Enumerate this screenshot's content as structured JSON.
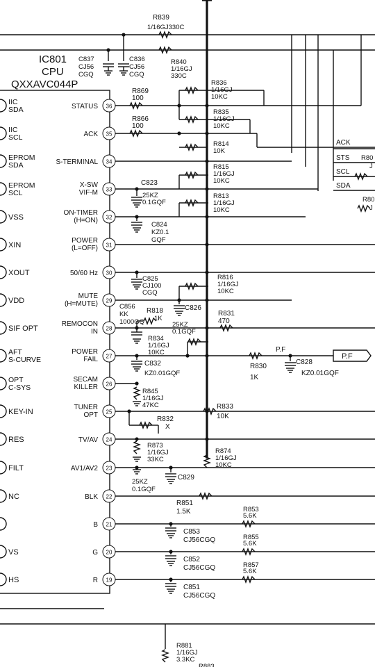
{
  "ic": {
    "ref": "IC801",
    "function": "CPU",
    "part": "QXXAVC044P",
    "pins": [
      {
        "num": "36",
        "name": "STATUS"
      },
      {
        "num": "35",
        "name": "ACK"
      },
      {
        "num": "34",
        "name": "S-TERMINAL"
      },
      {
        "num": "33",
        "name": [
          "X-SW",
          "VIF-M"
        ]
      },
      {
        "num": "32",
        "name": [
          "ON-TIMER",
          "(H=ON)"
        ]
      },
      {
        "num": "31",
        "name": [
          "POWER",
          "(L=OFF)"
        ]
      },
      {
        "num": "30",
        "name": "50/60 Hz"
      },
      {
        "num": "29",
        "name": [
          "MUTE",
          "(H=MUTE)"
        ]
      },
      {
        "num": "28",
        "name": [
          "REMOCON",
          "IN"
        ]
      },
      {
        "num": "27",
        "name": [
          "POWER",
          "FAIL"
        ]
      },
      {
        "num": "26",
        "name": [
          "SECAM",
          "KILLER"
        ]
      },
      {
        "num": "25",
        "name": [
          "TUNER",
          "OPT"
        ]
      },
      {
        "num": "24",
        "name": "TV/AV"
      },
      {
        "num": "23",
        "name": "AV1/AV2"
      },
      {
        "num": "22",
        "name": "BLK"
      },
      {
        "num": "21",
        "name": "B"
      },
      {
        "num": "20",
        "name": "G"
      },
      {
        "num": "19",
        "name": "R"
      }
    ],
    "left_pins": [
      [
        "IIC",
        "SDA"
      ],
      [
        "IIC",
        "SCL"
      ],
      [
        "EPROM",
        "SDA"
      ],
      [
        "EPROM",
        "SCL"
      ],
      [
        "VSS"
      ],
      [
        "XIN"
      ],
      [
        "XOUT"
      ],
      [
        "VDD"
      ],
      [
        "SIF OPT"
      ],
      [
        "AFT",
        "S-CURVE"
      ],
      [
        "OPT",
        "C-SYS"
      ],
      [
        "KEY-IN"
      ],
      [
        "RES"
      ],
      [
        "FILT"
      ],
      [
        "NC"
      ],
      [
        ""
      ],
      [
        "VS"
      ],
      [
        "HS"
      ]
    ]
  },
  "components": {
    "R839": [
      "R839",
      "1/16GJ330C"
    ],
    "R840": [
      "R840",
      "1/16GJ",
      "330C"
    ],
    "C837": [
      "C837",
      "CJ56",
      "CGQ"
    ],
    "C836": [
      "C836",
      "CJ56",
      "CGQ"
    ],
    "R869": [
      "R869",
      "100"
    ],
    "R866": [
      "R866",
      "100"
    ],
    "R836": [
      "R836",
      "1/16GJ",
      "10KC"
    ],
    "R835": [
      "R835",
      "1/16GJ",
      "10KC"
    ],
    "R814": [
      "R814",
      "10K"
    ],
    "R815": [
      "R815",
      "1/16GJ",
      "10KC"
    ],
    "R813": [
      "R813",
      "1/16GJ",
      "10KC"
    ],
    "C823": [
      "C823",
      "25KZ",
      "0.1GQF"
    ],
    "C824": [
      "C824",
      "KZ0.1",
      "GQF"
    ],
    "C825": [
      "C825",
      "CJ100",
      "CGQ"
    ],
    "R816": [
      "R816",
      "1/16GJ",
      "10KC"
    ],
    "C856": [
      "C856",
      "KK",
      "1000GQ"
    ],
    "R818": [
      "R818",
      "1K"
    ],
    "C826": [
      "C826",
      "25KZ",
      "0.1GQF"
    ],
    "R831": [
      "R831",
      "470"
    ],
    "R834": [
      "R834",
      "1/16GJ",
      "10KC"
    ],
    "C832": [
      "C832",
      "KZ0.01GQF"
    ],
    "R830": [
      "R830",
      "1K"
    ],
    "PF_LABEL": [
      "P.F"
    ],
    "PF_CONN": [
      "P.F"
    ],
    "C828": [
      "C828",
      "KZ0.01GQF"
    ],
    "R845": [
      "R845",
      "1/16GJ",
      "47KC"
    ],
    "R832": [
      "R832",
      "X"
    ],
    "R833": [
      "R833",
      "10K"
    ],
    "R873": [
      "R873",
      "1/16GJ",
      "33KC"
    ],
    "R874": [
      "R874",
      "1/16GJ",
      "10KC"
    ],
    "C829": [
      "C829",
      "25KZ",
      "0.1GQF"
    ],
    "R851": [
      "R851",
      "1.5K"
    ],
    "R853": [
      "R853",
      "5.6K"
    ],
    "R855": [
      "R855",
      "5.6K"
    ],
    "R857": [
      "R857",
      "5.6K"
    ],
    "C853": [
      "C853",
      "CJ56CGQ"
    ],
    "C852": [
      "C852",
      "CJ56CGQ"
    ],
    "C851": [
      "C851",
      "CJ56CGQ"
    ],
    "R881": [
      "R881",
      "1/16GJ",
      "3.3KC"
    ],
    "R883": [
      "R883"
    ],
    "R80A": [
      "R80"
    ],
    "R80B": [
      "R80"
    ]
  },
  "bus_labels": [
    "ACK",
    "STS",
    "SCL",
    "SDA"
  ],
  "edge_labels": [
    "J",
    "J"
  ]
}
